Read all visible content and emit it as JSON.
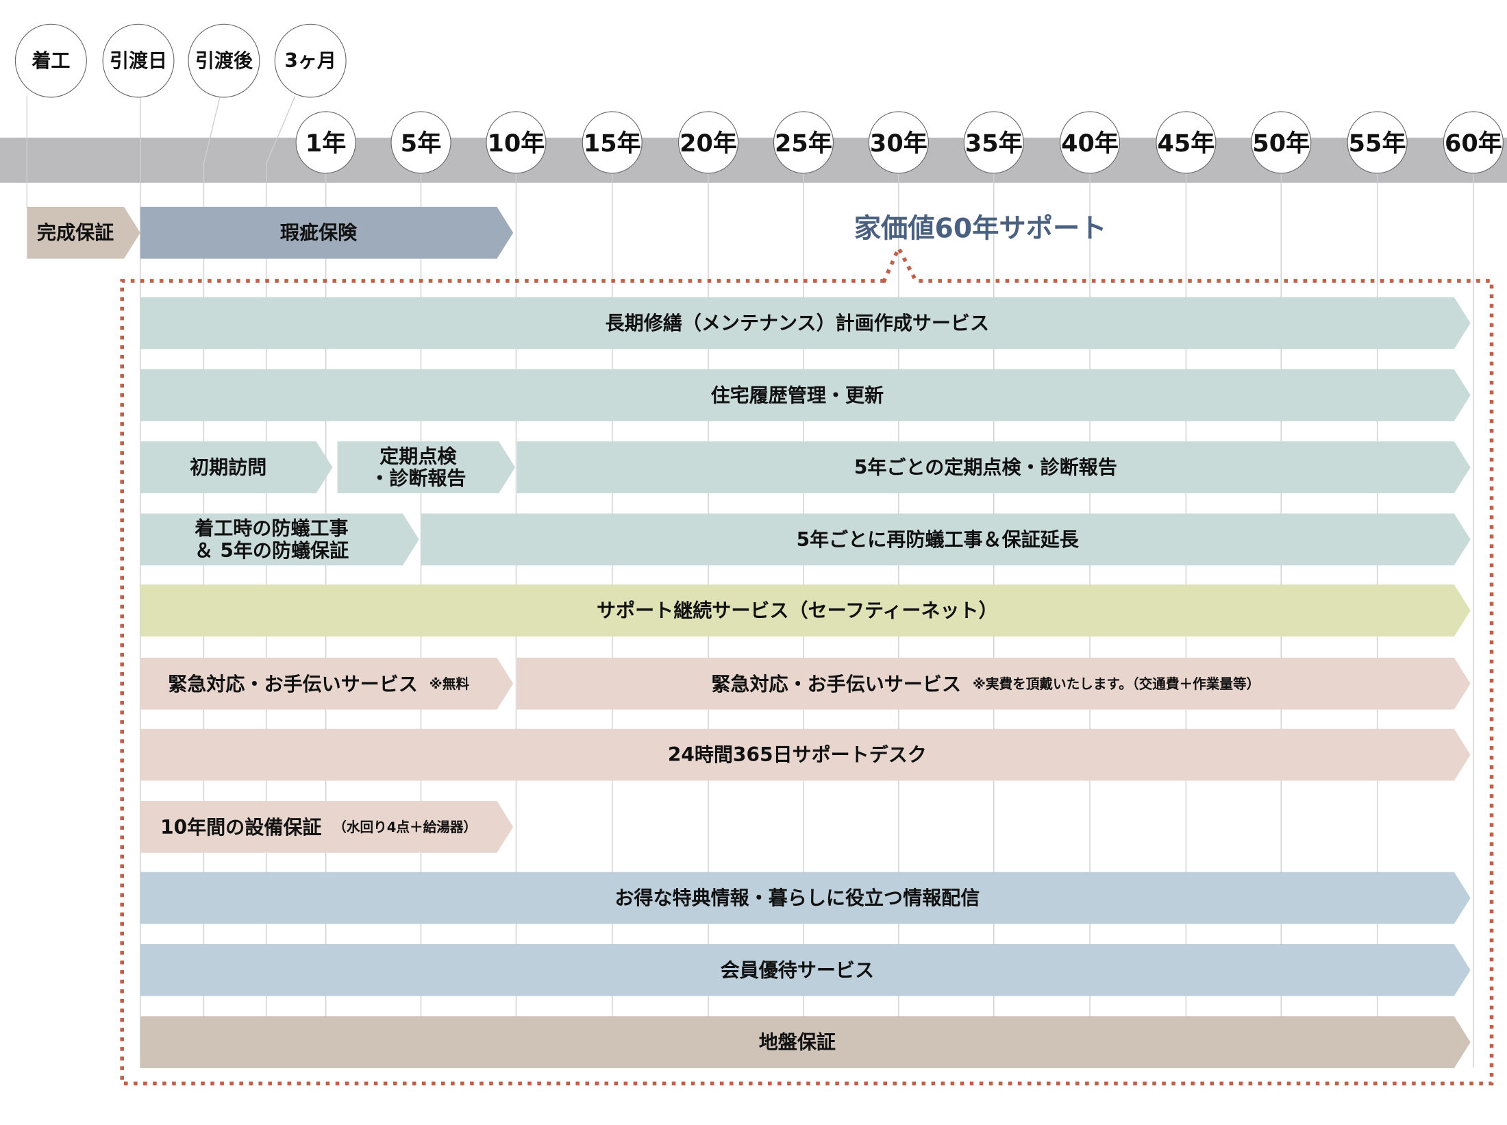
{
  "milestones": [
    "着工",
    "引渡日",
    "引渡後",
    "3ヶ月"
  ],
  "years": [
    "1年",
    "5年",
    "10年",
    "15年",
    "20年",
    "25年",
    "30年",
    "35年",
    "40年",
    "45年",
    "50年",
    "55年",
    "60年"
  ],
  "pre_bars": [
    {
      "label": "完成保証",
      "color": "#cfc3b8"
    },
    {
      "label": "瑕疵保険",
      "color": "#9dabba"
    }
  ],
  "support_title": "家価値60年サポート",
  "colors": {
    "band": "#bbbabd",
    "teal": "#c9dbd9",
    "olive": "#dfe2b4",
    "pink": "#e8d6ce",
    "blue": "#bccfdb",
    "beige": "#cfc3b8",
    "dots": "#c0604a",
    "title": "#4a6080"
  },
  "rows": [
    {
      "bars": [
        {
          "label": "長期修繕（メンテナンス）計画作成サービス",
          "color": "teal"
        }
      ]
    },
    {
      "bars": [
        {
          "label": "住宅履歴管理・更新",
          "color": "teal"
        }
      ]
    },
    {
      "bars": [
        {
          "label": "初期訪問",
          "color": "teal"
        },
        {
          "label": "定期点検\n・診断報告",
          "color": "teal"
        },
        {
          "label": "5年ごとの定期点検・診断報告",
          "color": "teal"
        }
      ]
    },
    {
      "bars": [
        {
          "label": "着工時の防蟻工事\n＆ 5年の防蟻保証",
          "color": "teal"
        },
        {
          "label": "5年ごとに再防蟻工事＆保証延長",
          "color": "teal"
        }
      ]
    },
    {
      "bars": [
        {
          "label": "サポート継続サービス（セーフティーネット）",
          "color": "olive"
        }
      ]
    },
    {
      "bars": [
        {
          "label": "緊急対応・お手伝いサービス",
          "note": "※無料",
          "color": "pink"
        },
        {
          "label": "緊急対応・お手伝いサービス",
          "note": "※実費を頂戴いたします。（交通費＋作業量等）",
          "color": "pink"
        }
      ]
    },
    {
      "bars": [
        {
          "label": "24時間365日サポートデスク",
          "color": "pink"
        }
      ]
    },
    {
      "bars": [
        {
          "label": "10年間の設備保証",
          "note": "（水回り4点＋給湯器）",
          "color": "pink"
        }
      ]
    },
    {
      "bars": [
        {
          "label": "お得な特典情報・暮らしに役立つ情報配信",
          "color": "blue"
        }
      ]
    },
    {
      "bars": [
        {
          "label": "会員優待サービス",
          "color": "blue"
        }
      ]
    },
    {
      "bars": [
        {
          "label": "地盤保証",
          "color": "beige"
        }
      ]
    }
  ]
}
